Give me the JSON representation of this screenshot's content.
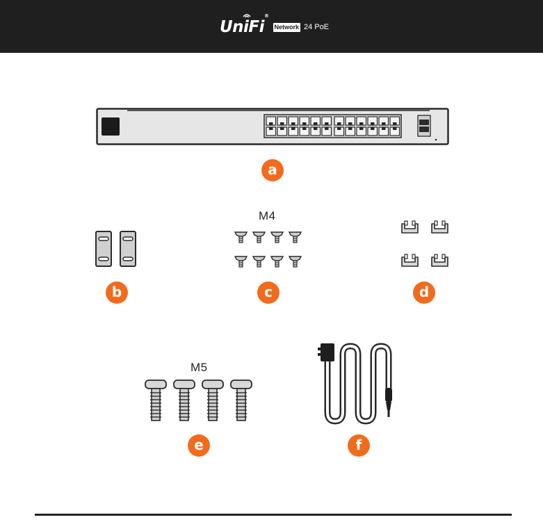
{
  "header": {
    "brand_logo": "UniFi",
    "brand_trademark": "®",
    "brand_tag": "Network",
    "model": "24 PoE"
  },
  "items": [
    {
      "letter": "a",
      "icon": "network-switch-icon"
    },
    {
      "letter": "b",
      "icon": "rack-bracket-icon"
    },
    {
      "letter": "c",
      "icon": "m4-screw-icon",
      "label": "M4"
    },
    {
      "letter": "d",
      "icon": "cage-nut-icon"
    },
    {
      "letter": "e",
      "icon": "m5-screw-icon",
      "label": "M5"
    },
    {
      "letter": "f",
      "icon": "power-cord-icon"
    }
  ],
  "colors": {
    "accent": "#f26b1d",
    "header": "#1f1f1f"
  }
}
